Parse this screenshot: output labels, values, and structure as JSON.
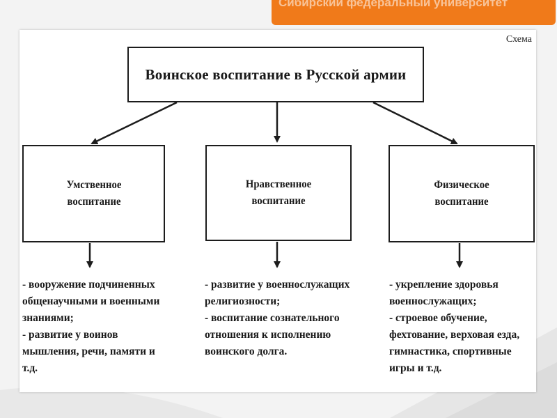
{
  "slide": {
    "banner_text": "Сибирский федеральный университет"
  },
  "diagram": {
    "schema_label": "Схема",
    "root": "Воинское воспитание в Русской армии",
    "branches": [
      {
        "label": "Умственное воспитание",
        "items": [
          "- вооружение подчиненных общенаучными и военными знаниями;",
          "- развитие у воинов мышления, речи, памяти и т.д."
        ]
      },
      {
        "label": "Нравственное воспитание",
        "items": [
          "- развитие у военнослужащих религиозности;",
          "- воспитание сознательного отношения к исполнению воинского долга."
        ]
      },
      {
        "label": "Физическое воспитание",
        "items": [
          "- укрепление здоровья военнослужащих;",
          "- строевое обучение, фехтование, верховая езда, гимнастика, спортивные игры и т.д."
        ]
      }
    ]
  },
  "colors": {
    "banner": "#f07a1a",
    "ink": "#1c1c1c",
    "panel": "#ffffff"
  }
}
